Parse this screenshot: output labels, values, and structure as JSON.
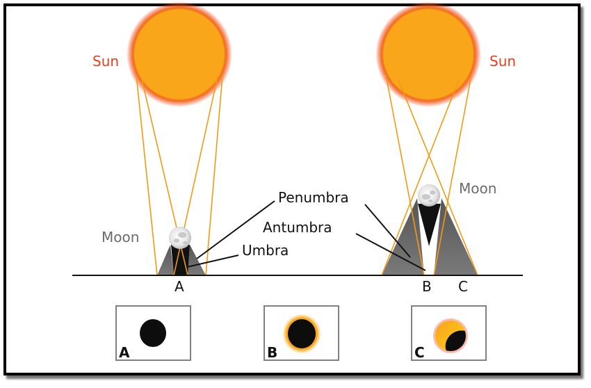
{
  "labels": {
    "sun_left": "Sun",
    "sun_right": "Sun",
    "moon_left": "Moon",
    "moon_right": "Moon",
    "penumbra": "Penumbra",
    "antumbra": "Antumbra",
    "umbra": "Umbra",
    "point_a": "A",
    "point_b": "B",
    "point_c": "C"
  },
  "insets": [
    {
      "label": "A",
      "view": "total eclipse"
    },
    {
      "label": "B",
      "view": "annular eclipse"
    },
    {
      "label": "C",
      "view": "partial eclipse"
    }
  ],
  "colors": {
    "sun_fill": "#F9A61B",
    "sun_glow": "#EE3B1E",
    "sun_label": "#E8401C",
    "ray": "#F39A12",
    "penumbra": "#6E6E6E",
    "umbra": "#111111",
    "moon_label": "#6B6B6B",
    "text": "#111111"
  }
}
